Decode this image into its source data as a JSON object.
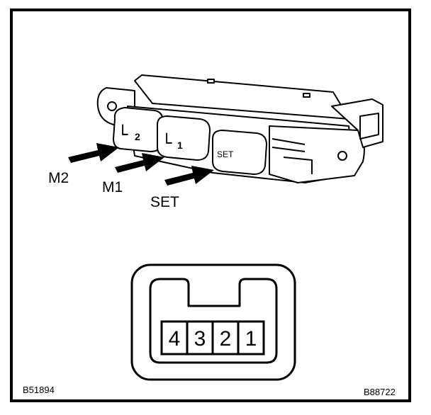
{
  "switch_unit": {
    "buttons": {
      "m2": {
        "glyph": "└",
        "number": "2"
      },
      "m1": {
        "glyph": "└",
        "number": "1"
      },
      "set": {
        "text": "SET"
      }
    },
    "callouts": {
      "m2": "M2",
      "m1": "M1",
      "set": "SET"
    }
  },
  "connector": {
    "pins": [
      "4",
      "3",
      "2",
      "1"
    ]
  },
  "codes": {
    "left": "B51894",
    "right": "B88722"
  }
}
